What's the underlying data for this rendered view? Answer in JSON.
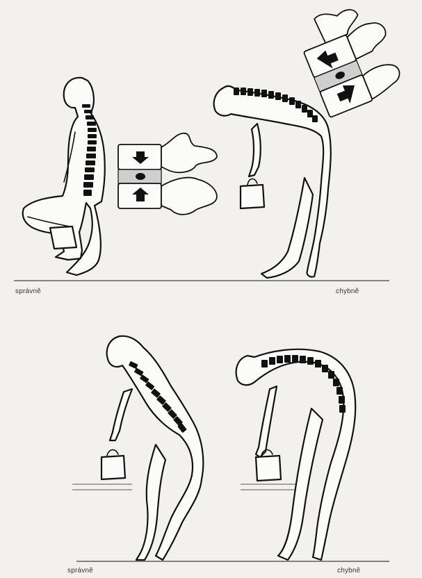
{
  "captions": {
    "top_left": "správně",
    "top_right": "chybně",
    "bottom_left": "správně",
    "bottom_right": "chybně"
  }
}
